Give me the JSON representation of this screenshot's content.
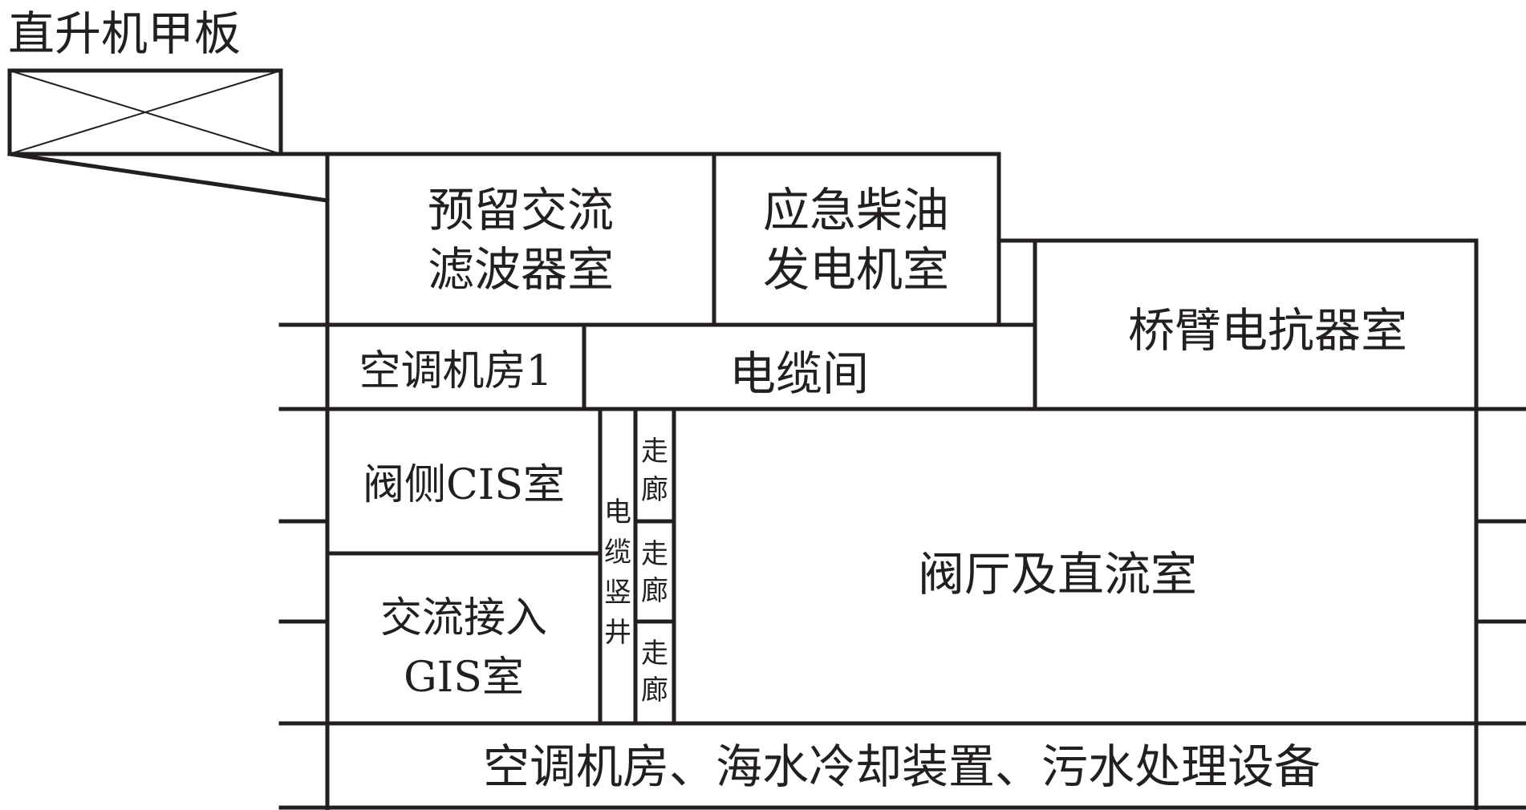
{
  "helideck": {
    "label": "直升机甲板"
  },
  "rooms": {
    "ac_filter": {
      "line1": "预留交流",
      "line2": "滤波器室"
    },
    "diesel": {
      "line1": "应急柴油",
      "line2": "发电机室"
    },
    "bridge_reactor": {
      "label": "桥臂电抗器室"
    },
    "ac_room_1": {
      "label": "空调机房1"
    },
    "cable_room": {
      "label": "电缆间"
    },
    "valve_gis": {
      "label": "阀侧CIS室"
    },
    "cable_shaft": {
      "chars": [
        "电",
        "缆",
        "竖",
        "井"
      ]
    },
    "corridor": {
      "char1": "走",
      "char2": "廊"
    },
    "valve_hall": {
      "label": "阀厅及直流室"
    },
    "ac_gis": {
      "line1": "交流接入",
      "line2": "GIS室"
    },
    "bottom_deck": {
      "label": "空调机房、海水冷却装置、污水处理设备"
    }
  }
}
